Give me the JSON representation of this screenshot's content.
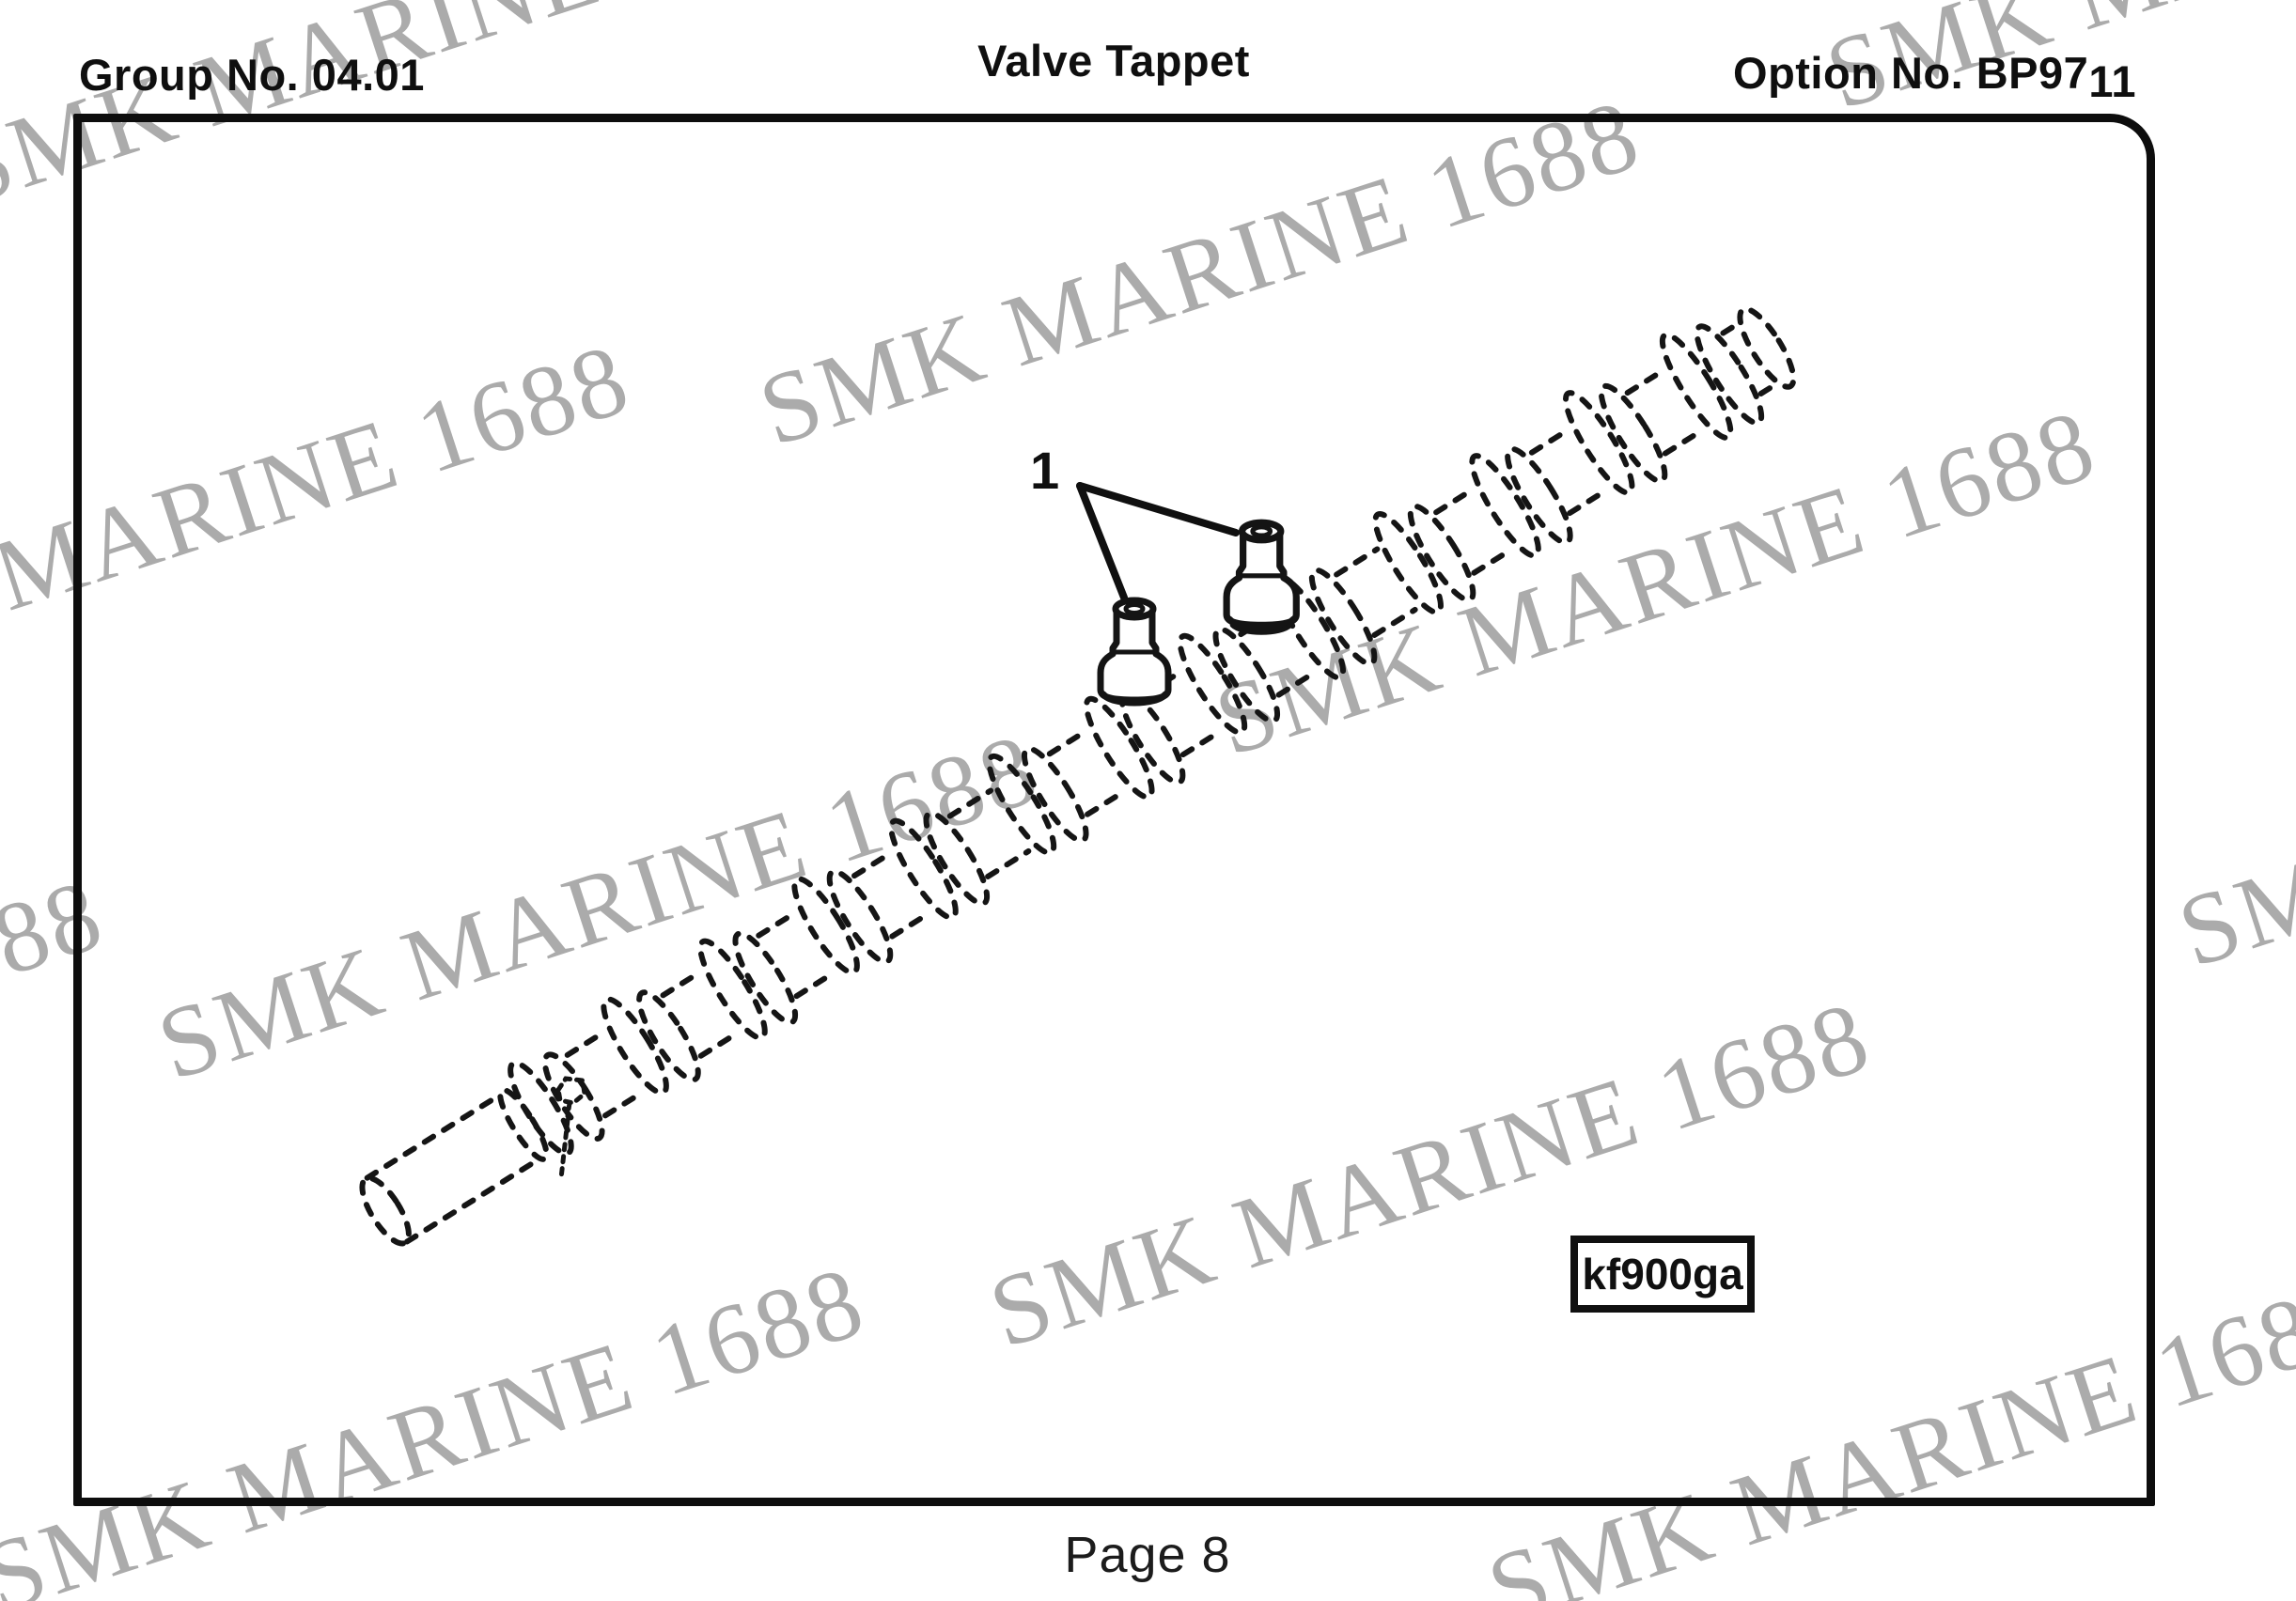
{
  "header": {
    "group_label": "Group No. 04.01",
    "title": "Valve Tappet",
    "option_label": "Option No. BP9711",
    "option_main": "Option No. BP97",
    "option_tail": "11"
  },
  "watermark": {
    "text": "SMK MARINE 1688",
    "color": "#ababab"
  },
  "diagram": {
    "callout": "1",
    "figure_code": "kf900ga"
  },
  "footer": {
    "page_label": "Page 8"
  },
  "colors": {
    "ink": "#141414",
    "paper": "#ffffff"
  }
}
